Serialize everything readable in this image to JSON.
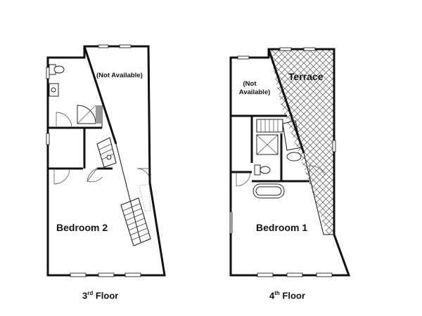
{
  "floors": [
    {
      "caption_number": "3",
      "caption_suffix": "rd",
      "caption_word": "Floor",
      "rooms": {
        "not_available": "(Not Available)",
        "bedroom": "Bedroom 2"
      }
    },
    {
      "caption_number": "4",
      "caption_suffix": "th",
      "caption_word": "Floor",
      "rooms": {
        "not_available_line1": "(Not",
        "not_available_line2": "Available)",
        "terrace": "Terrace",
        "bedroom": "Bedroom 1"
      }
    }
  ],
  "colors": {
    "walls": "#111111",
    "background": "#ffffff",
    "terrace_hatch": "#555555",
    "stair_marker": "#7fbf7f"
  }
}
